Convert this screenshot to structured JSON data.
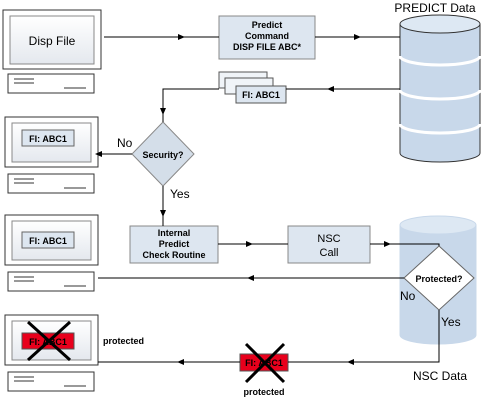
{
  "terminal_1": {
    "screen_text": "Disp File"
  },
  "terminal_2": {
    "screen_text": "FI: ABC1"
  },
  "terminal_3": {
    "screen_text": "FI: ABC1"
  },
  "terminal_4": {
    "screen_text": "FI: ABC1",
    "status": "protected"
  },
  "predict_command": {
    "line1": "Predict",
    "line2": "Command",
    "line3": "DISP FILE ABC*"
  },
  "predict_data_label": "PREDICT Data",
  "nsc_data_label": "NSC Data",
  "file_stack": {
    "label": "FI: ABC1"
  },
  "security_decision": {
    "label": "Security?",
    "no": "No",
    "yes": "Yes"
  },
  "internal_check": {
    "line1": "Internal",
    "line2": "Predict",
    "line3": "Check Routine"
  },
  "nsc_call": {
    "line1": "NSC",
    "line2": "Call"
  },
  "protected_decision": {
    "label": "Protected?",
    "no": "No",
    "yes": "Yes"
  },
  "blocked_file": {
    "label": "FI: ABC1",
    "status": "protected"
  },
  "colors": {
    "box_fill": "#dde6f0",
    "cylinder_fill": "#c8d8ea",
    "blocked_fill": "#e8001c",
    "stroke": "#000000"
  }
}
